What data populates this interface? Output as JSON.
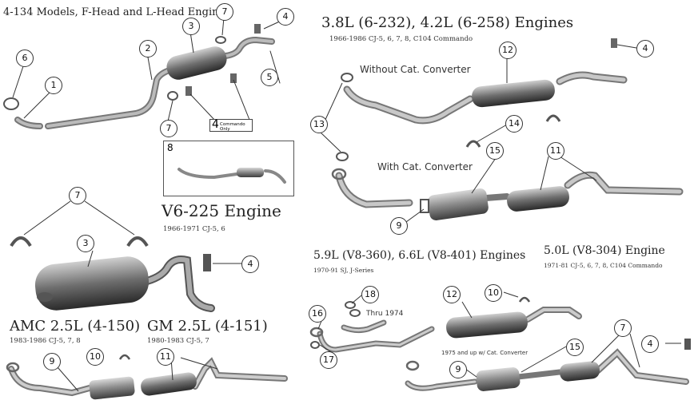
{
  "sections": {
    "f_head": {
      "title": "4-134 Models, F-Head and L-Head Engines"
    },
    "v6_232": {
      "title": "3.8L (6-232), 4.2L (6-258) Engines",
      "subtitle": "1966-1986 CJ-5, 6, 7, 8, C104 Commando"
    },
    "v6_225": {
      "title": "V6-225 Engine",
      "subtitle": "1966-1971 CJ-5, 6"
    },
    "amc": {
      "title": "AMC 2.5L (4-150)",
      "subtitle": "1983-1986 CJ-5, 7, 8"
    },
    "gm": {
      "title": "GM 2.5L (4-151)",
      "subtitle": "1980-1983 CJ-5, 7"
    },
    "v8_360": {
      "title": "5.9L (V8-360), 6.6L (V8-401) Engines",
      "subtitle": "1970-91 SJ, J-Series"
    },
    "v8_304": {
      "title": "5.0L (V8-304) Engine",
      "subtitle": "1971-81 CJ-5, 6, 7, 8, C104 Commando"
    }
  },
  "notes": {
    "without_cat": "Without Cat. Converter",
    "with_cat": "With Cat. Converter",
    "thru_1974": "Thru 1974",
    "cat_1975": "1975 and up w/ Cat. Converter",
    "commando_num": "4",
    "commando_only": "Commando Only",
    "box8": "8"
  },
  "callouts": [
    "1",
    "2",
    "3",
    "4",
    "5",
    "6",
    "7",
    "7",
    "12",
    "4",
    "13",
    "14",
    "15",
    "11",
    "9",
    "7",
    "3",
    "4",
    "18",
    "12",
    "10",
    "16",
    "17",
    "15",
    "9",
    "7",
    "4",
    "10",
    "11",
    "9"
  ],
  "colors": {
    "metal": "#9a9a9a",
    "metal_dark": "#5e5e5e",
    "line": "#333333"
  }
}
